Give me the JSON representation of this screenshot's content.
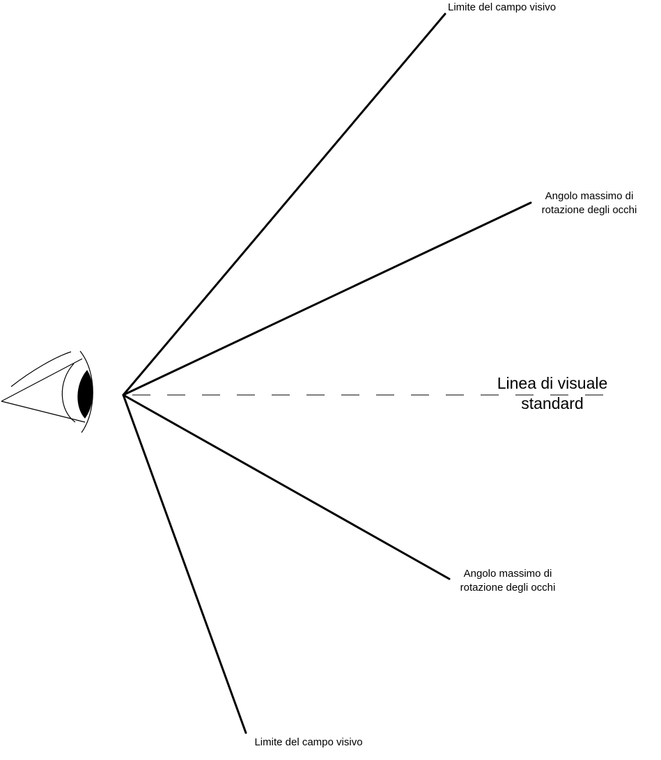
{
  "labels": {
    "upper_field_limit": "Limite del campo visivo",
    "upper_eye_rotation": [
      "Angolo massimo di",
      "rotazione degli occhi"
    ],
    "line_of_sight": [
      "Linea di visuale",
      "standard"
    ],
    "lower_eye_rotation": [
      "Angolo massimo di",
      "rotazione degli occhi"
    ],
    "lower_field_limit": "Limite del campo visivo"
  },
  "colors": {
    "stroke": "#000000",
    "dashed_line": "#555555",
    "background": "#ffffff"
  }
}
